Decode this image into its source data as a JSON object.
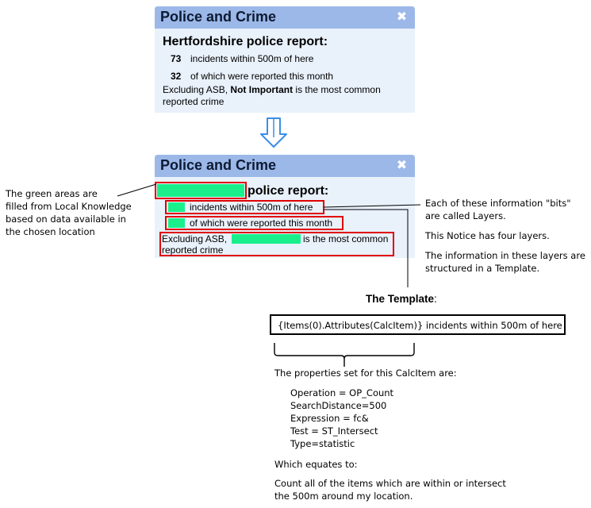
{
  "panel_top": {
    "title": "Police and Crime",
    "heading": "Hertfordshire police report:",
    "count_1": "73",
    "line_1": "incidents within 500m of here",
    "count_2": "32",
    "line_2": "of which were reported this month",
    "line_3_prefix": "Excluding ASB,",
    "line_3_bold": "Not Important",
    "line_3_suffix": "is the most common",
    "line_3_cont": "reported crime"
  },
  "panel_bottom": {
    "title": "Police and Crime",
    "heading_suffix": "police report:",
    "line_1": "incidents within 500m of here",
    "line_2": "of which were reported this month",
    "line_3_prefix": "Excluding ASB,",
    "line_3_suffix": "is the most common",
    "line_3_cont": "reported crime"
  },
  "left_note": [
    "The green areas are",
    "filled from Local Knowledge",
    "based on data available in",
    "the chosen location"
  ],
  "right_notes": {
    "layers_1": "Each of these information \"bits\"",
    "layers_2": "are called Layers.",
    "four_layers": "This Notice has four layers.",
    "template_1": "The information in these layers are",
    "template_2": "structured in a Template."
  },
  "template": {
    "heading": "The Template",
    "heading_colon": ":",
    "expression": "{Items(0).Attributes(CalcItem)} incidents within 500m of here"
  },
  "properties": {
    "intro": "The properties set for this CalcItem are:",
    "items": [
      "Operation = OP_Count",
      "SearchDistance=500",
      "Expression = fc&",
      "Test = ST_Intersect",
      "Type=statistic"
    ],
    "equates": "Which equates to:",
    "summary_1": "Count all of the items which are within or intersect",
    "summary_2": "the 500m around my location."
  },
  "colors": {
    "header": "#9cb8e8",
    "panel_bg": "#e9f1fb",
    "highlight_green": "#19f08c",
    "highlight_red": "#e00000",
    "arrow": "#3a8ee8"
  },
  "icons": [
    "close-icon",
    "down-arrow-icon"
  ]
}
